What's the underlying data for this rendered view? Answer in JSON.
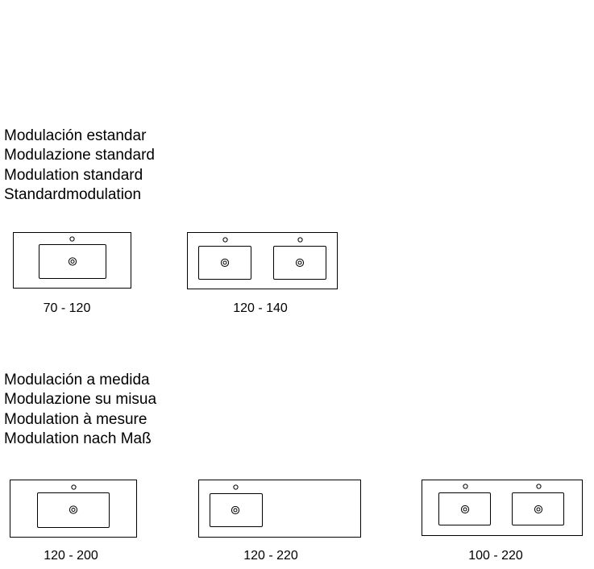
{
  "sections": [
    {
      "headings": [
        "Modulación estandar",
        "Modulazione standard",
        "Modulation standard",
        "Standardmodulation"
      ],
      "items": [
        {
          "range": "70 - 120",
          "basins": 1
        },
        {
          "range": "120 - 140",
          "basins": 2
        }
      ]
    },
    {
      "headings": [
        "Modulación a medida",
        "Modulazione su misua",
        "Modulation à mesure",
        "Modulation nach Maß"
      ],
      "items": [
        {
          "range": "120 - 200",
          "basins": 1
        },
        {
          "range": "120 - 220",
          "basins": 1
        },
        {
          "range": "100 - 220",
          "basins": 2
        }
      ]
    }
  ],
  "colors": {
    "line": "#000000",
    "background": "#ffffff"
  }
}
